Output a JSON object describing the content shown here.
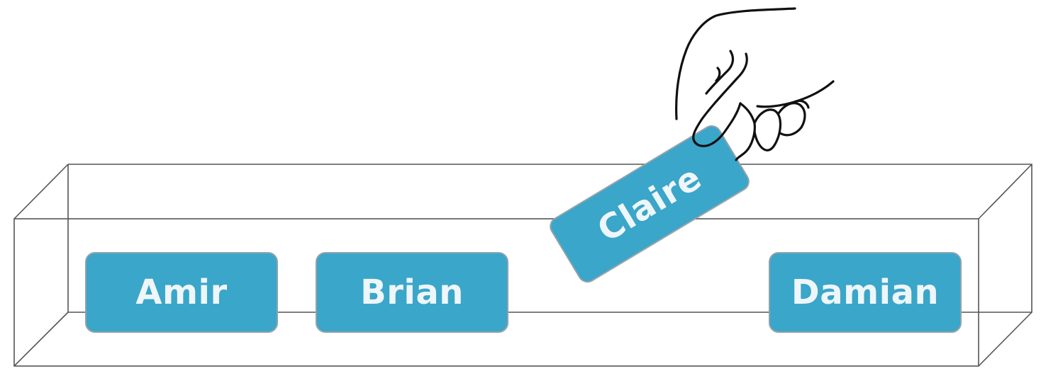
{
  "cards": [
    {
      "id": "amir",
      "label": "Amir"
    },
    {
      "id": "brian",
      "label": "Brian"
    },
    {
      "id": "claire",
      "label": "Claire"
    },
    {
      "id": "damian",
      "label": "Damian"
    }
  ],
  "colors": {
    "card_fill": "#3aa6c9",
    "card_border": "#8fa3ad",
    "card_text": "#eef6f9",
    "box_line": "#555555",
    "hand_line": "#111111"
  },
  "icons": [
    "transparent-box-outline",
    "hand-icon"
  ]
}
